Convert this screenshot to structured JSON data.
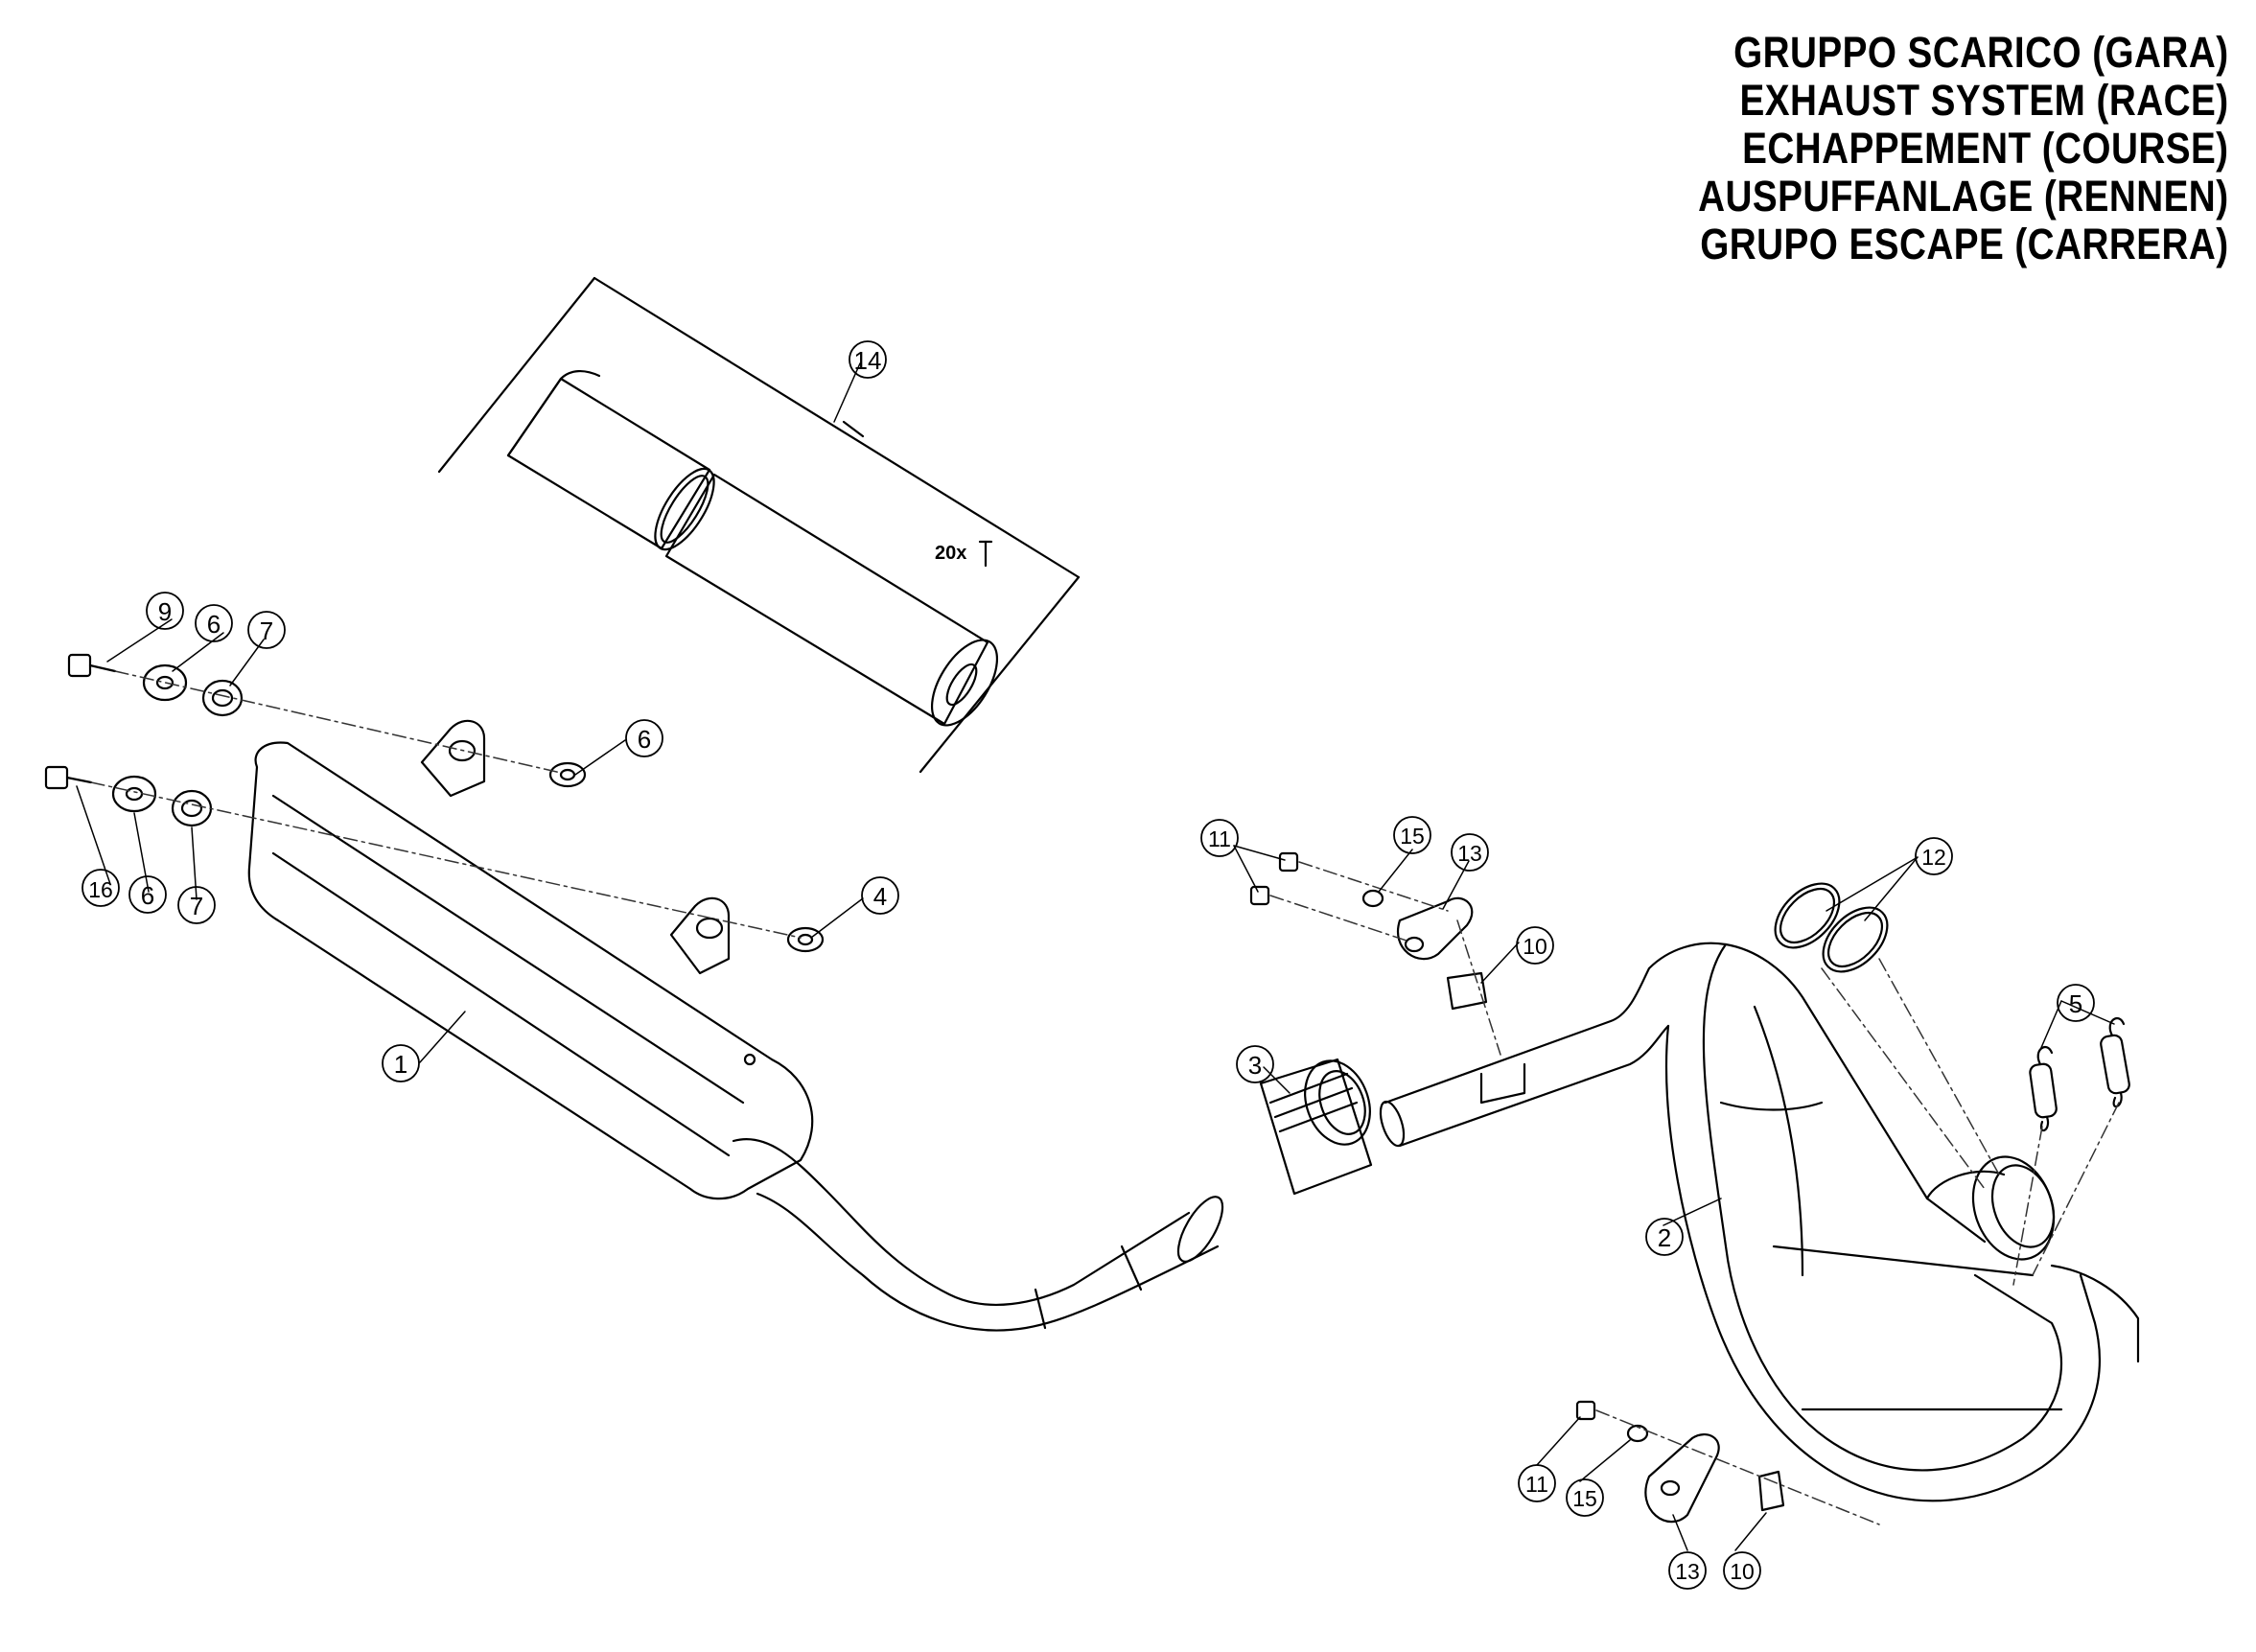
{
  "titles": [
    "GRUPPO SCARICO (GARA)",
    "EXHAUST SYSTEM (RACE)",
    "ECHAPPEMENT (COURSE)",
    "AUSPUFFANLAGE (RENNEN)",
    "GRUPO ESCAPE (CARRERA)"
  ],
  "callouts": {
    "c1": "1",
    "c2": "2",
    "c3": "3",
    "c4": "4",
    "c5": "5",
    "c6a": "6",
    "c6b": "6",
    "c6c": "6",
    "c7a": "7",
    "c7b": "7",
    "c9": "9",
    "c10a": "10",
    "c10b": "10",
    "c11a": "11",
    "c11b": "11",
    "c12": "12",
    "c13a": "13",
    "c13b": "13",
    "c14": "14",
    "c15a": "15",
    "c15b": "15",
    "c16": "16"
  },
  "kit_note": "20x",
  "colors": {
    "line": "#000000",
    "background": "#ffffff",
    "dash": "#333333"
  }
}
